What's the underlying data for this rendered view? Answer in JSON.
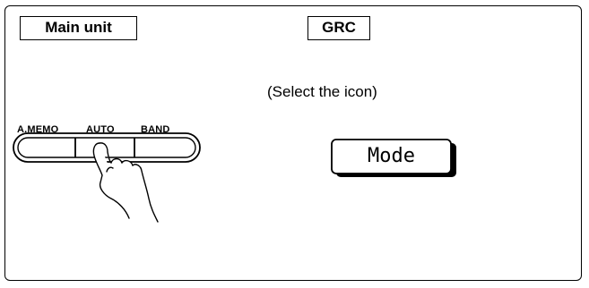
{
  "labels": {
    "main_unit": "Main unit",
    "grc": "GRC"
  },
  "instruction": "(Select the icon)",
  "buttons": {
    "amemo": "A.MEMO",
    "auto": "AUTO",
    "band": "BAND"
  },
  "icon": {
    "mode_label": "Mode"
  }
}
